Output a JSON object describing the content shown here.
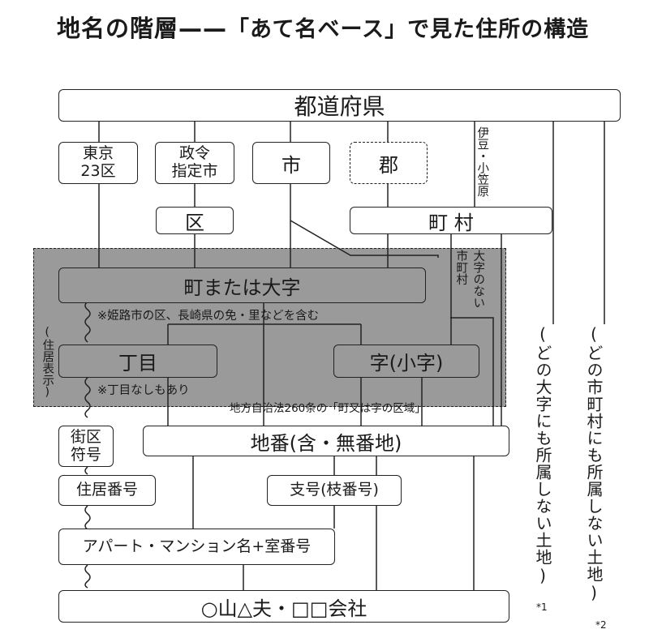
{
  "title": {
    "main": "地名の階層",
    "dash": "——",
    "sub": "「あて名ベース」で見た住所の構造"
  },
  "boxes": {
    "prefecture": "都道府県",
    "tokyo23": "東京\n23区",
    "seirei": "政令\n指定市",
    "city": "市",
    "gun": "郡",
    "ku": "区",
    "chouson": "町 村",
    "machi_oaza": "町または大字",
    "choume": "丁目",
    "aza": "字(小字)",
    "gaiku": "街区\n符号",
    "chiban": "地番(含・無番地)",
    "jukyo": "住居番号",
    "shigou": "支号(枝番号)",
    "apartment": "アパート・マンション名+室番号",
    "name": "○山△夫・□□会社"
  },
  "notes": {
    "himeji": "※姫路市の区、長崎県の免・里などを含む",
    "no_choume": "※丁目なしもあり",
    "chiho": "地方自治法260条の「町又は字の区域」"
  },
  "vertical": {
    "izu": "伊豆・小笠原",
    "jukyo_hyouji": "(住居表示)",
    "shichoson": "市町村",
    "oaza_nai": "大字のない",
    "no_oaza_land": "(どの大字にも所属しない土地)",
    "no_city_land": "(どの市町村にも所属しない土地)"
  },
  "footnotes": {
    "f1": "*1",
    "f2": "*2"
  },
  "colors": {
    "shaded_region": "#9a9a9a",
    "line": "#222222",
    "background": "#ffffff"
  }
}
